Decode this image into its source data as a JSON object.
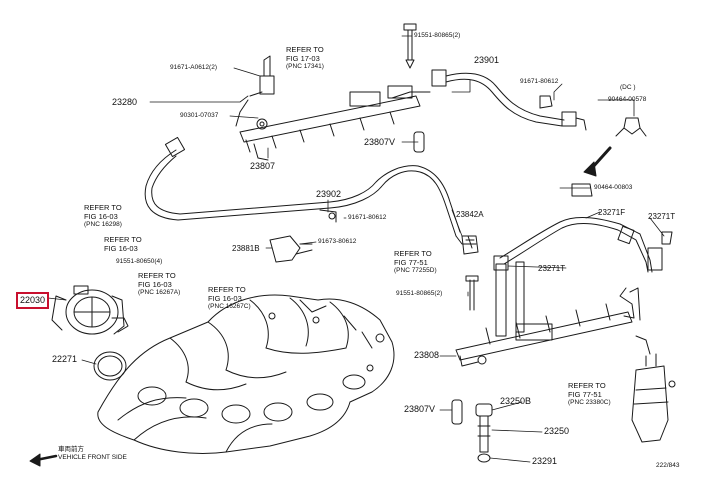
{
  "diagram": {
    "highlight_color": "#c8102e",
    "line_color": "#1a1a1a",
    "labels": {
      "p22030": "22030",
      "p22271": "22271",
      "p23280": "23280",
      "p23807a": "23807",
      "p23807b": "23807V",
      "p23807c": "23807V",
      "p23902": "23902",
      "p23881b": "23881B",
      "p23842a": "23842A",
      "p23901": "23901",
      "p23271f": "23271F",
      "p23271t_a": "23271T",
      "p23271t_b": "23271T",
      "p23808": "23808",
      "p23250b": "23250B",
      "p23250": "23250",
      "p23291": "23291",
      "b91671_a0612": "91671-A0612(2)",
      "b90301": "90301-07037",
      "b91551_80865_a": "91551-80865(2)",
      "b91671_80612_a": "91671-80612",
      "b91671_80612_b": "91671-80612",
      "b91673_80612": "91673-80612",
      "b91551_80650": "91551-80650(4)",
      "b91551_80865_b": "91551-80865(2)",
      "b90464_00578": "90464-00578",
      "b90464_00803": "90464-00803",
      "dc_note": "(DC    )"
    },
    "refs": {
      "r1703": {
        "l1": "REFER TO",
        "l2": "FIG 17-03",
        "l3": "(PNC 17341)"
      },
      "r1603a": {
        "l1": "REFER TO",
        "l2": "FIG 16-03",
        "l3": "(PNC 16298)"
      },
      "r1603b": {
        "l1": "REFER TO",
        "l2": "FIG 16-03"
      },
      "r1603c": {
        "l1": "REFER TO",
        "l2": "FIG 16-03",
        "l3": "(PNC 16267A)"
      },
      "r1603d": {
        "l1": "REFER TO",
        "l2": "FIG 16-03",
        "l3": "(PNC 16267C)"
      },
      "r7751a": {
        "l1": "REFER TO",
        "l2": "FIG 77-51",
        "l3": "(PNC 77255D)"
      },
      "r7751b": {
        "l1": "REFER TO",
        "l2": "FIG 77-51",
        "l3": "(PNC 23380C)"
      }
    },
    "vehicle_front": {
      "jp": "車両前方",
      "en": "VEHICLE FRONT SIDE"
    },
    "figure_id": "222/843"
  }
}
